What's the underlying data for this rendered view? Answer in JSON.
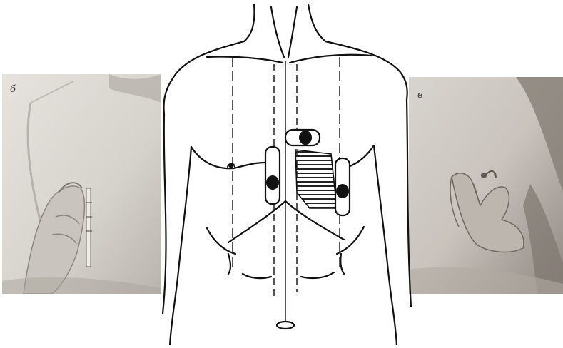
{
  "panels": {
    "left": {
      "label": "б"
    },
    "right": {
      "label": "в"
    }
  },
  "colors": {
    "photo_bg_left": "#d9d6d1",
    "photo_bg_right": "#cfcac4",
    "ink": "#111111",
    "hatch": "#222222"
  },
  "icons": {
    "diagram": "torso-percussion-diagram",
    "left_photo": "hand-percussion-photo",
    "right_photo": "finger-percussion-photo"
  }
}
